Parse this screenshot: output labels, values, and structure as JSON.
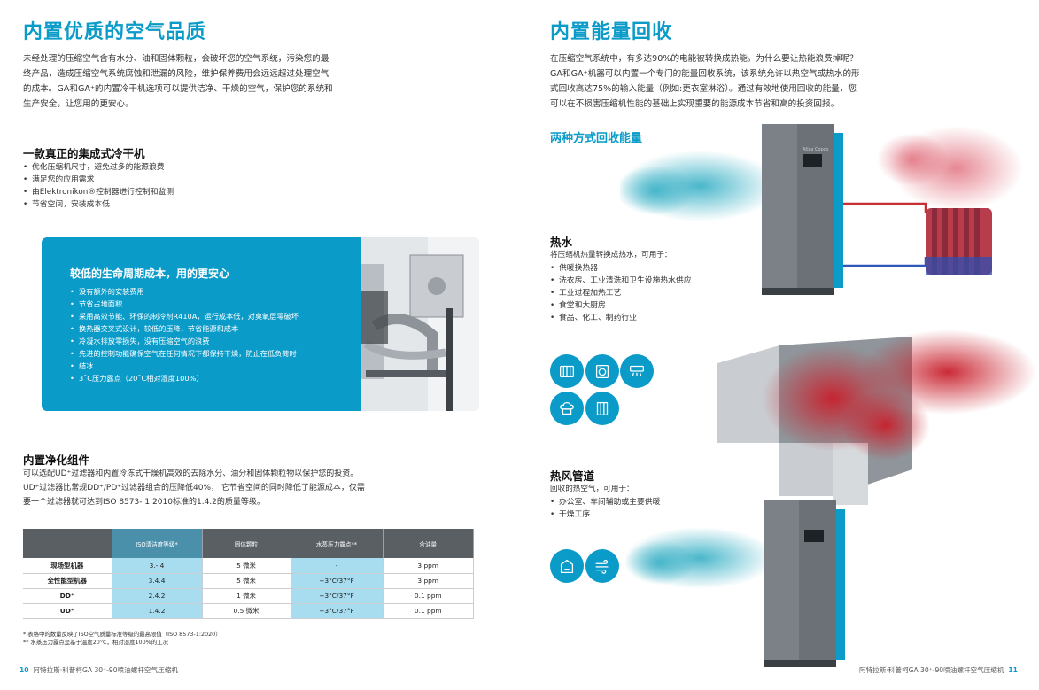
{
  "left": {
    "title": "内置优质的空气品质",
    "intro": [
      "未经处理的压缩空气含有水分、油和固体颗粒，会破坏您的空气系统，污染您的最",
      "终产品，造成压缩空气系统腐蚀和泄漏的风险，维护保养费用会远远超过处理空气",
      "的成本。GA和GA⁺的内置冷干机选项可以提供洁净、干燥的空气，保护您的系统和",
      "生产安全，让您用的更安心。"
    ],
    "dryer_title": "一款真正的集成式冷干机",
    "dryer_bullets": [
      "优化压缩机尺寸，避免过多的能源浪费",
      "满足您的应用需求",
      "由Elektronikon®控制器进行控制和监测",
      "节省空间，安装成本低"
    ],
    "box_title": "较低的生命周期成本，用的更安心",
    "box_bullets": [
      "没有额外的安装费用",
      "节省占地面积",
      "采用高效节能、环保的制冷剂R410A，运行成本低，对臭氧层零破坏",
      "换热器交叉式设计，较低的压降，节省能源和成本",
      "冷凝水排放零损失，没有压缩空气的浪费",
      "先进的控制功能确保空气在任何情况下都保持干燥，防止在低负荷时",
      "结冰",
      "3˚C压力露点（20˚C相对湿度100%）"
    ],
    "filter_title": "内置净化组件",
    "filter_text": [
      "可以选配UD⁺过滤器和内置冷冻式干燥机高效的去除水分、油分和固体颗粒物以保护您的投资。",
      "UD⁺过滤器比常规DD⁺/PD⁺过滤器组合的压降低40%， 它节省空间的同时降低了能源成本，仅需",
      "要一个过滤器就可达到ISO 8573- 1:2010标准的1.4.2的质量等级。"
    ],
    "table": {
      "headers": [
        "",
        "ISO清洁度等级*",
        "固体颗粒",
        "水蒸压力露点**",
        "含油量"
      ],
      "rows": [
        [
          "现场型机器",
          "3.-.4",
          "5 微米",
          "-",
          "3 ppm"
        ],
        [
          "全性能型机器",
          "3.4.4",
          "5 微米",
          "+3°C/37°F",
          "3 ppm"
        ],
        [
          "DD⁺",
          "2.4.2",
          "1 微米",
          "+3°C/37°F",
          "0.1 ppm"
        ],
        [
          "UD⁺",
          "1.4.2",
          "0.5 微米",
          "+3°C/37°F",
          "0.1 ppm"
        ]
      ]
    },
    "footnotes": [
      "* 表格中的数量反映了ISO空气质量标准等级的最高限值（ISO 8573-1:2020）",
      "** 水蒸压力露点是基于温度20°C，相对湿度100%的工况"
    ],
    "page_number": "10",
    "page_footer": "阿特拉斯·科普柯GA 30⁺-90喷油螺杆空气压缩机"
  },
  "right": {
    "title": "内置能量回收",
    "intro": [
      "在压缩空气系统中，有多达90%的电能被转换成热能。为什么要让热能浪费掉呢？",
      "GA和GA⁺机器可以内置一个专门的能量回收系统，该系统允许以热空气或热水的形",
      "式回收高达75%的输入能量（例如:更衣室淋浴）。通过有效地使用回收的能量，您",
      "可以在不损害压缩机性能的基础上实现重要的能源成本节省和高的投资回报。"
    ],
    "recovery_title": "两种方式回收能量",
    "water_title": "热水",
    "water_lead": "将压缩机热量转换成热水，可用于：",
    "water_bullets": [
      "供暖换热器",
      "洗衣房、工业清洗和卫生设施热水供应",
      "工业过程加热工艺",
      "食堂和大厨房",
      "食品、化工、制药行业"
    ],
    "air_title": "热风管道",
    "air_lead": "回收的热空气，可用于：",
    "air_bullets": [
      "办公室、车间辅助或主要供暖",
      "干燥工序"
    ],
    "machine_brand": "Atlas Copco",
    "page_number": "11",
    "page_footer": "阿特拉斯·科普柯GA 30⁺-90喷油螺杆空气压缩机"
  },
  "colors": {
    "accent": "#0a9bc9",
    "table_header": "#5a5f64",
    "table_highlight": "#a8dcef"
  },
  "icons": [
    "radiator-icon",
    "laundry-icon",
    "shower-icon",
    "chef-hat-icon",
    "factory-icon",
    "room-heating-icon",
    "air-flow-icon"
  ]
}
